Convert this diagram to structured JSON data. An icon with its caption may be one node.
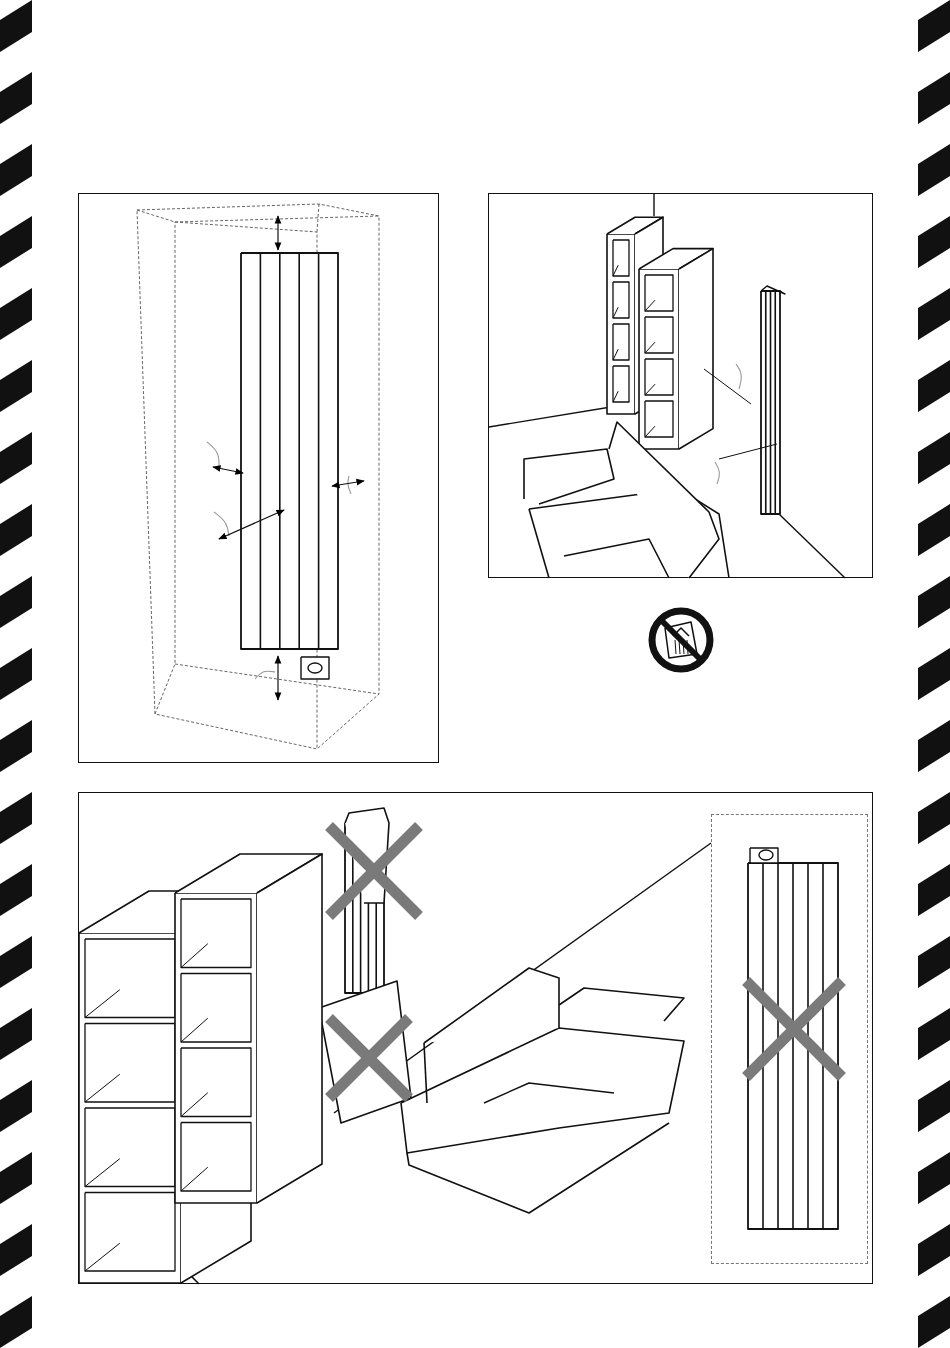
{
  "diagram": {
    "nodes": [
      {
        "text": [],
        "shape": "picture"
      },
      {
        "text": [],
        "shape": "picture"
      },
      {
        "text": [],
        "shape": "circle"
      },
      {
        "text": [],
        "shape": "picture"
      },
      {
        "text": [],
        "shape": "box",
        "in": 3
      }
    ]
  }
}
